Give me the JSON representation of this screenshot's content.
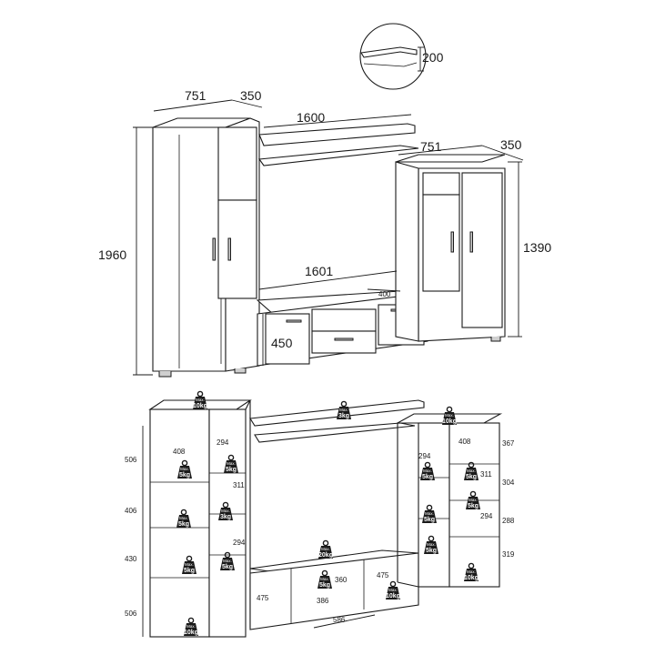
{
  "top": {
    "detail_shelf_depth": "200",
    "left_tower_width": "751",
    "left_tower_depth": "350",
    "bridge_width": "1600",
    "right_tower_width": "751",
    "right_tower_depth": "350",
    "left_height": "1960",
    "right_height": "1390",
    "tv_stand_width": "1601",
    "tv_stand_depth": "400",
    "tv_stand_height": "450"
  },
  "bottom": {
    "left_widths": {
      "inner": "408",
      "depth": "294",
      "depth2": "311",
      "depth3": "294"
    },
    "left_heights": [
      "506",
      "406",
      "430",
      "506"
    ],
    "right_widths": {
      "inner": "408",
      "depth": "294",
      "depth2": "311",
      "depth3": "294"
    },
    "right_heights": [
      "367",
      "304",
      "288",
      "319"
    ],
    "tv": {
      "left": "475",
      "right": "475",
      "inner_w": "360",
      "inner_h": "386",
      "bottom": "586"
    }
  },
  "weights": {
    "label": "Max.",
    "left": [
      "10kg",
      "5kg",
      "5kg",
      "5kg",
      "10kg",
      "5kg",
      "3kg",
      "5kg"
    ],
    "bridge": "3kg",
    "tv_top": "20kg",
    "tv_inner": "5kg",
    "tv_right": "10kg",
    "right": [
      "10kg",
      "5kg",
      "5kg",
      "5kg",
      "5kg",
      "5kg",
      "10kg"
    ]
  }
}
